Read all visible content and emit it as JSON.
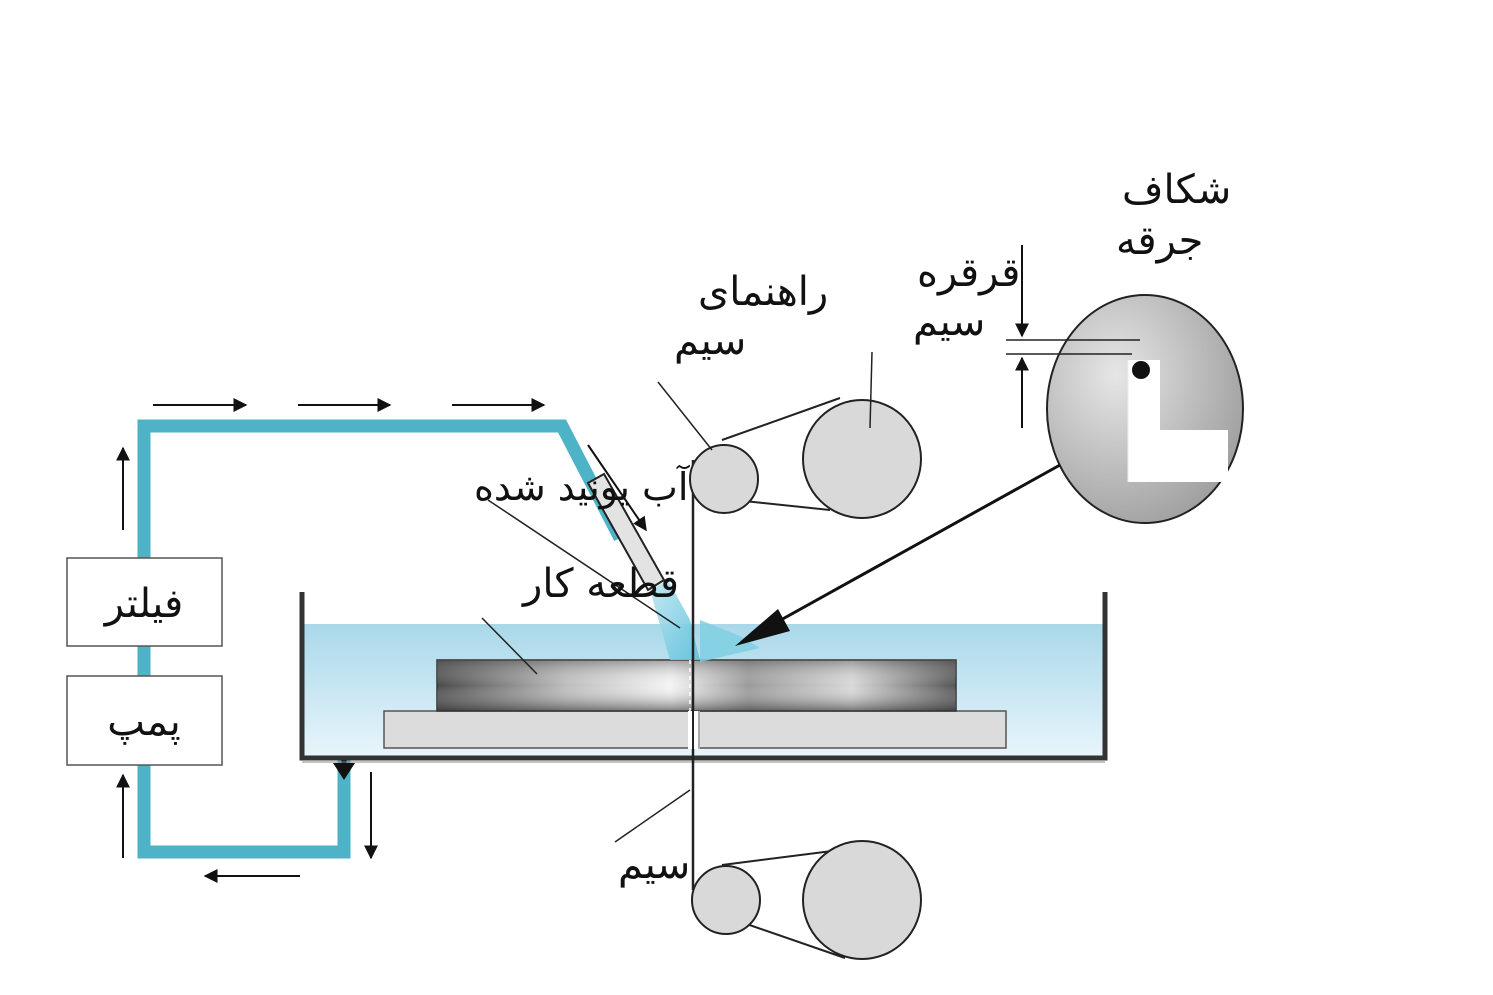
{
  "labels": {
    "spark_gap_line1": "شکاف",
    "spark_gap_line2": "جرقه",
    "wire_spool_line1": "قرقره",
    "wire_spool_line2": "سیم",
    "wire_guide_line1": "راهنمای",
    "wire_guide_line2": "سیم",
    "deionized_water": "آب یونید شده",
    "workpiece": "قطعه کار",
    "filter": "فیلتر",
    "pump": "پمپ",
    "wire": "سیم"
  },
  "colors": {
    "pipe": "#4fb3c8",
    "water_top": "#a9d8ea",
    "water_bottom": "#e6f4fa",
    "roller": "#d9d9d9",
    "outline": "#222222"
  },
  "icons": {
    "flow_arrow": "arrow-right-icon",
    "drain_arrow": "arrow-down-icon"
  }
}
